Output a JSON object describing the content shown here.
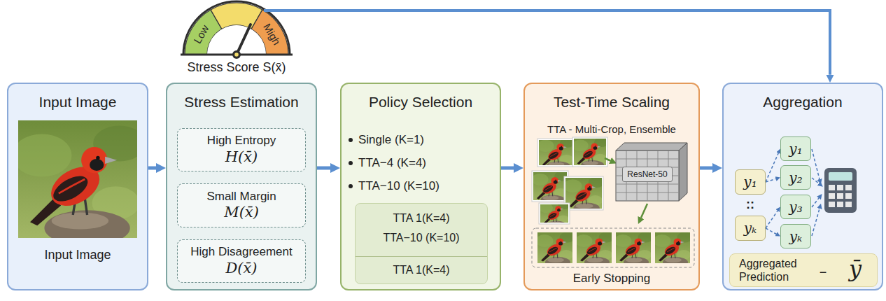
{
  "diagram": {
    "nodes": [
      {
        "text": [
          "Low",
          "Migh",
          "Stress Score S(x̄)"
        ]
      },
      {
        "text": [
          "Input Image",
          "Input Image"
        ]
      },
      {
        "text": [
          "Stress Estimation"
        ]
      },
      {
        "text": [
          "High Entropy",
          "H(x̄)"
        ],
        "in": 2
      },
      {
        "text": [
          "Small Margin",
          "M(x̄)"
        ],
        "in": 2
      },
      {
        "text": [
          "High Disagreement",
          "D(x̄)"
        ],
        "in": 2
      },
      {
        "text": [
          "Policy Selection",
          "Single (K=1)",
          "TTA−4 (K=4)",
          "TTA−10 (K=10)"
        ]
      },
      {
        "text": [
          "TTA 1(K=4)",
          "TTA−10 (K=10)",
          "TTA 1(K=4)"
        ],
        "in": 6
      },
      {
        "text": [
          "Test-Time Scaling",
          "TTA - Multi-Crop, Ensemble",
          "Early Stopping"
        ]
      },
      {
        "text": [
          "ResNet-50"
        ],
        "in": 8
      },
      {
        "text": [
          "Aggregation"
        ]
      },
      {
        "text": [
          "y₁"
        ],
        "in": 10
      },
      {
        "text": [
          "yₖ"
        ],
        "in": 10
      },
      {
        "text": [
          "y₁"
        ],
        "in": 10
      },
      {
        "text": [
          "y₂"
        ],
        "in": 10
      },
      {
        "text": [
          "y₃"
        ],
        "in": 10
      },
      {
        "text": [
          "yₖ"
        ],
        "in": 10
      },
      {
        "text": [
          "Aggregated Prediction",
          "−",
          "ȳ"
        ],
        "in": 10
      }
    ],
    "edges": [
      {
        "from": 0,
        "to": 10,
        "arrow": "to"
      },
      {
        "from": 1,
        "to": 2,
        "arrow": "to"
      },
      {
        "from": 2,
        "to": 6,
        "arrow": "to"
      },
      {
        "from": 6,
        "to": 8,
        "arrow": "to"
      },
      {
        "from": 8,
        "to": 10,
        "arrow": "to"
      },
      {
        "from": 11,
        "to": 13,
        "arrow": "to"
      },
      {
        "from": 11,
        "to": 14,
        "arrow": "to"
      },
      {
        "from": 12,
        "to": 15,
        "arrow": "to"
      },
      {
        "from": 12,
        "to": 16,
        "arrow": "to"
      }
    ],
    "labels": [
      "::"
    ]
  }
}
